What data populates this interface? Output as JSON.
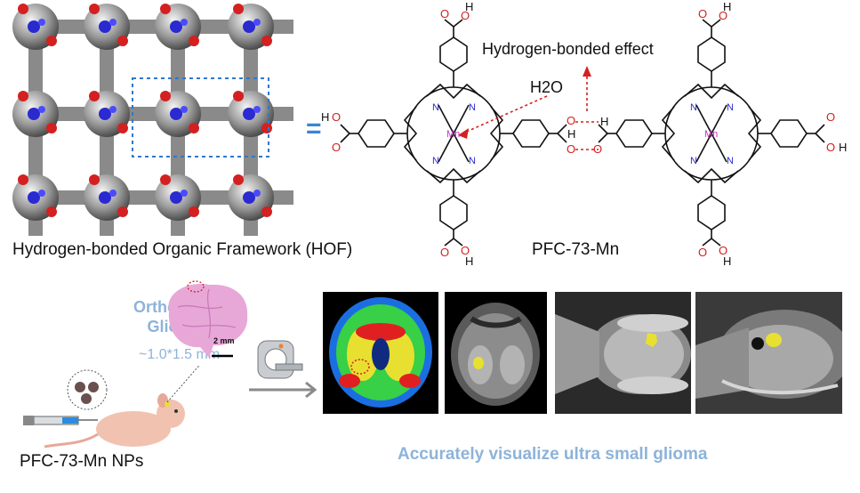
{
  "top": {
    "hof_caption": "Hydrogen-bonded Organic Framework (HOF)",
    "equals_sign": "=",
    "pfc_caption": "PFC-73-Mn",
    "hydrogen_bonded_effect": "Hydrogen-bonded effect",
    "water_label": "H2O",
    "metal_label": "Mn",
    "n_label": "N",
    "h_label": "H",
    "o_label": "O"
  },
  "bottom": {
    "glioma_title_line1": "Orthotopic",
    "glioma_title_line2": "Glioma",
    "glioma_size": "~1.0*1.5 mm",
    "scale_bar": "2 mm",
    "nps_caption": "PFC-73-Mn NPs",
    "visualize_caption": "Accurately visualize ultra small glioma"
  },
  "colors": {
    "accent_blue": "#8db3d9",
    "equals_blue": "#3a86d6",
    "oxygen_red": "#d42020",
    "nitrogen_blue": "#2a2ad0",
    "manganese_purple": "#c030c0",
    "tumor_yellow": "#e8e030",
    "tissue_pink": "#e7a8d8",
    "mouse_pink": "#f1c2b0"
  }
}
